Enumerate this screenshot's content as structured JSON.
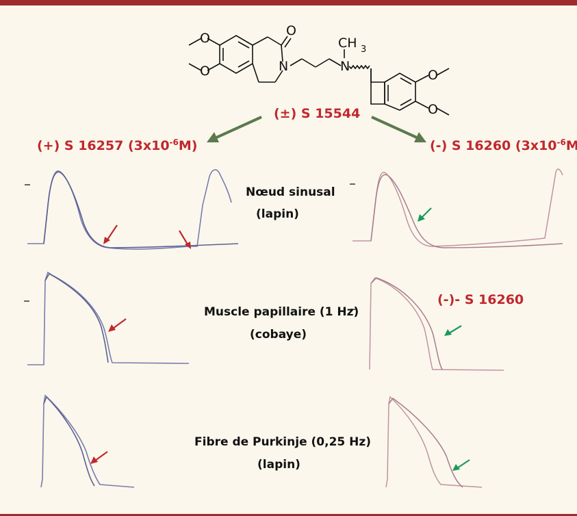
{
  "molecule": {
    "name": "(±) S 15544",
    "atoms": {
      "o_carbonyl": "O",
      "n_ring": "N",
      "n_amine": "N",
      "methyl": "CH",
      "methyl_sub": "3",
      "o1": "O",
      "o2": "O",
      "o3": "O",
      "o4": "O"
    }
  },
  "enantiomer_plus": {
    "name": "(+) S 16257",
    "concentration": "(3x10",
    "exp": "-6",
    "unit": "M)"
  },
  "enantiomer_minus": {
    "name": "(-)  S 16260",
    "concentration": "(3x10",
    "exp": "-6",
    "unit": "M)"
  },
  "panels": [
    {
      "tissue": "Nœud sinusal",
      "species": "(lapin)"
    },
    {
      "tissue": "Muscle papillaire (1 Hz)",
      "species": "(cobaye)",
      "right_label": "(-)- S 16260"
    },
    {
      "tissue": "Fibre de Purkinje (0,25 Hz)",
      "species": "(lapin)"
    }
  ],
  "colors": {
    "accent": "#9e2b2e",
    "red_label": "#c1272d",
    "arrow_green": "#5b7a4e",
    "trace_blue": "#6a6fa8",
    "trace_pink": "#b98a9c",
    "pointer_red": "#c1272d",
    "pointer_green": "#1a9a5c"
  }
}
